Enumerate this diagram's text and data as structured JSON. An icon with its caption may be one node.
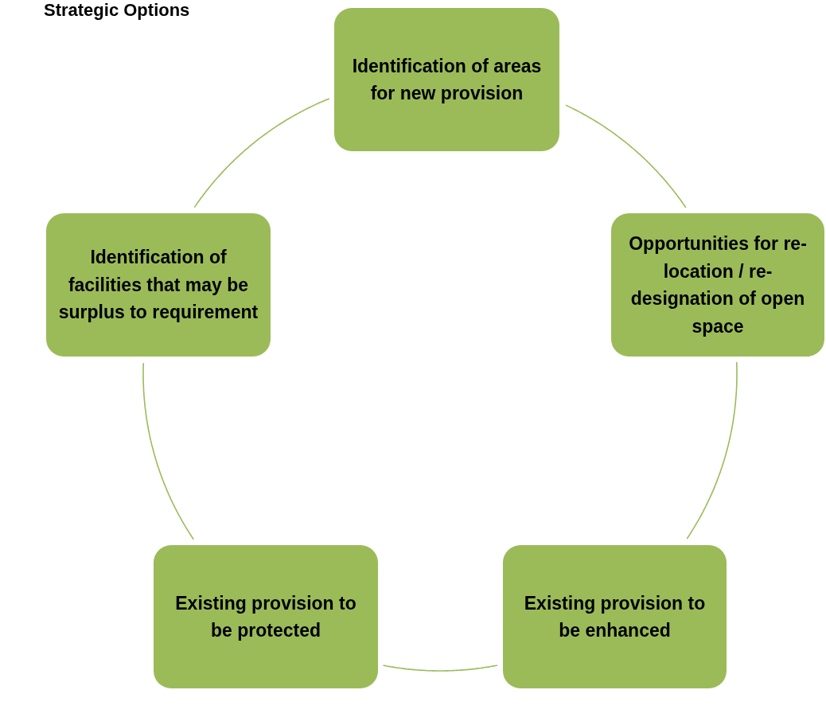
{
  "diagram": {
    "title": "Strategic Options",
    "nodes": [
      {
        "text": [
          "Identification of areas for new provision"
        ]
      },
      {
        "text": [
          "Identification of facilities that may be surplus to requirement"
        ]
      },
      {
        "text": [
          "Opportunities for re-location / re-designation of open space"
        ]
      },
      {
        "text": [
          "Existing provision to be protected"
        ]
      },
      {
        "text": [
          "Existing provision to be enhanced"
        ]
      }
    ],
    "edges": [
      {
        "from": 0,
        "to": 2,
        "arrow": "none"
      },
      {
        "from": 2,
        "to": 4,
        "arrow": "none"
      },
      {
        "from": 4,
        "to": 3,
        "arrow": "none"
      },
      {
        "from": 3,
        "to": 1,
        "arrow": "none"
      },
      {
        "from": 1,
        "to": 0,
        "arrow": "none"
      }
    ]
  }
}
